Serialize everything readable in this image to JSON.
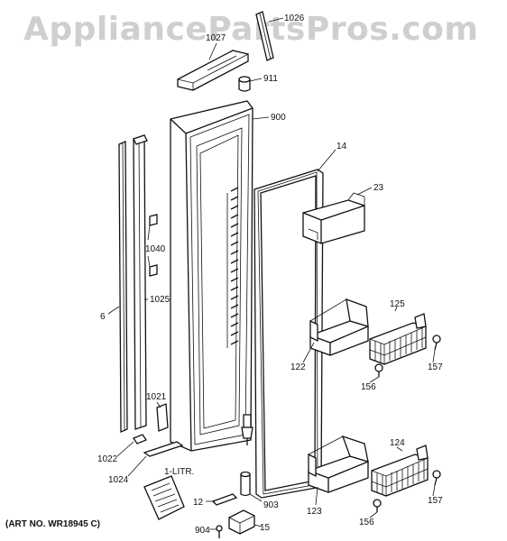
{
  "watermark": "AppliancePartsPros.com",
  "art_number": "(ART NO. WR18945 C)",
  "litr_label": "1-LITR.",
  "labels": {
    "p1026": "1026",
    "p1027": "1027",
    "p911": "911",
    "p900": "900",
    "p14": "14",
    "p23": "23",
    "p1040": "1040",
    "p1025": "1025",
    "p6": "6",
    "p125": "125",
    "p122": "122",
    "p157a": "157",
    "p156a": "156",
    "p1021": "1021",
    "p1022": "1022",
    "p1024": "1024",
    "p124": "124",
    "p12": "12",
    "p903": "903",
    "p123": "123",
    "p157b": "157",
    "p156b": "156",
    "p904": "904",
    "p15": "15"
  }
}
